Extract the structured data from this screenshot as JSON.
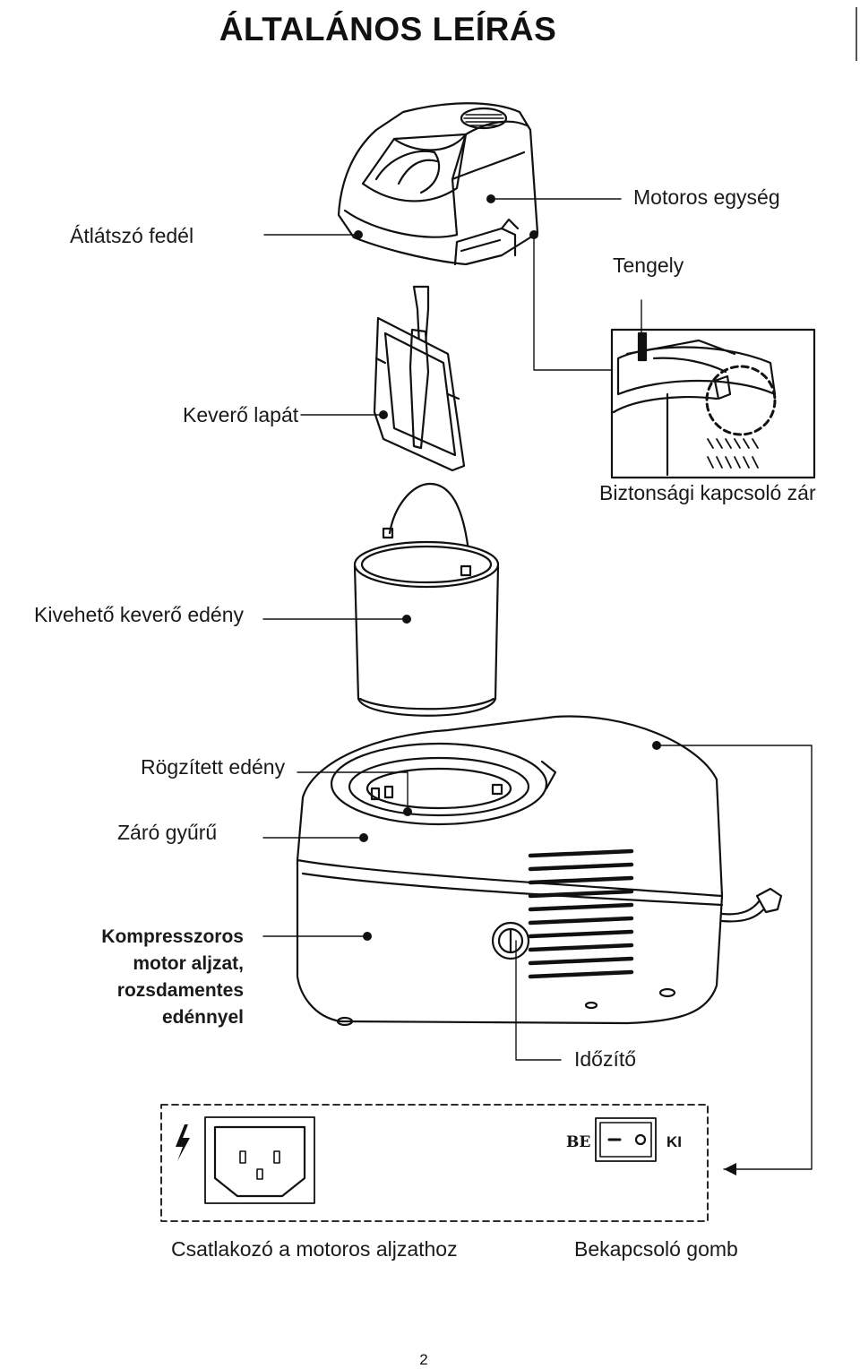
{
  "title": "ÁLTALÁNOS LEÍRÁS",
  "labels": {
    "motor_unit": "Motoros egység",
    "lid": "Átlátszó fedél",
    "shaft": "Tengely",
    "paddle": "Keverő lapát",
    "safety_lock": "Biztonsági kapcsoló zár",
    "removable_bowl": "Kivehető keverő edény",
    "fixed_bowl": "Rögzített edény",
    "ring": "Záró gyűrű",
    "compressor": [
      "Kompresszoros",
      "motor aljzat,",
      "rozsdamentes",
      "edénnyel"
    ],
    "timer": "Időzítő",
    "connector": "Csatlakozó a motoros aljzathoz",
    "power_switch": "Bekapcsoló gomb"
  },
  "switch": {
    "on": "BE",
    "off": "KI"
  },
  "page_number": "2"
}
